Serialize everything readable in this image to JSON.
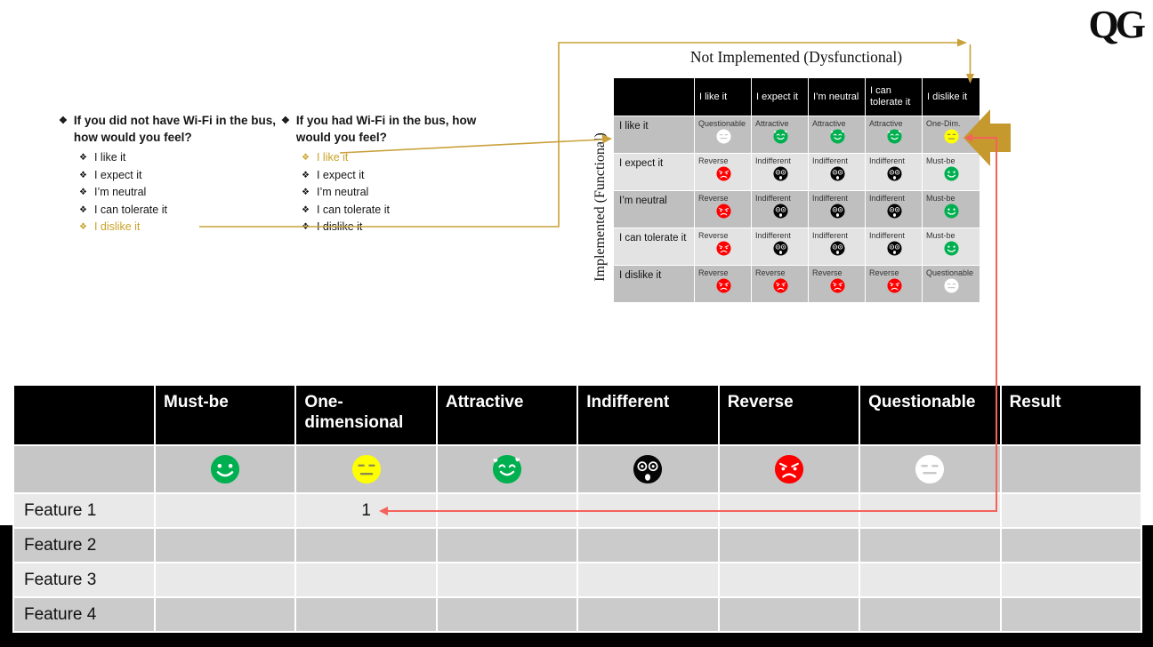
{
  "logo": "QG",
  "questions": [
    {
      "title": "If you did not have Wi-Fi in the bus, how would you feel?",
      "options": [
        {
          "label": "I like it",
          "highlight": false
        },
        {
          "label": "I expect it",
          "highlight": false
        },
        {
          "label": "I’m neutral",
          "highlight": false
        },
        {
          "label": "I can tolerate it",
          "highlight": false
        },
        {
          "label": "I dislike it",
          "highlight": true
        }
      ]
    },
    {
      "title": "If you had Wi-Fi in the bus, how would you feel?",
      "options": [
        {
          "label": "I like it",
          "highlight": true
        },
        {
          "label": "I expect it",
          "highlight": false
        },
        {
          "label": "I’m neutral",
          "highlight": false
        },
        {
          "label": "I can tolerate it",
          "highlight": false
        },
        {
          "label": "I dislike it",
          "highlight": false
        }
      ]
    }
  ],
  "kano_matrix": {
    "top_label": "Not Implemented (Dysfunctional)",
    "side_label": "Implemented (Functional)",
    "column_headers": [
      "I like it",
      "I expect it",
      "I’m neutral",
      "I can tolerate it",
      "I dislike it"
    ],
    "row_headers": [
      "I like it",
      "I expect it",
      "I’m neutral",
      "I can tolerate it",
      "I dislike it"
    ],
    "cells": [
      [
        {
          "label": "Questionable",
          "emoji": "questionable"
        },
        {
          "label": "Attractive",
          "emoji": "attractive"
        },
        {
          "label": "Attractive",
          "emoji": "attractive"
        },
        {
          "label": "Attractive",
          "emoji": "attractive"
        },
        {
          "label": "One-Dim.",
          "emoji": "one-dimensional"
        }
      ],
      [
        {
          "label": "Reverse",
          "emoji": "reverse"
        },
        {
          "label": "Indifferent",
          "emoji": "indifferent"
        },
        {
          "label": "Indifferent",
          "emoji": "indifferent"
        },
        {
          "label": "Indifferent",
          "emoji": "indifferent"
        },
        {
          "label": "Must-be",
          "emoji": "must-be"
        }
      ],
      [
        {
          "label": "Reverse",
          "emoji": "reverse"
        },
        {
          "label": "Indifferent",
          "emoji": "indifferent"
        },
        {
          "label": "Indifferent",
          "emoji": "indifferent"
        },
        {
          "label": "Indifferent",
          "emoji": "indifferent"
        },
        {
          "label": "Must-be",
          "emoji": "must-be"
        }
      ],
      [
        {
          "label": "Reverse",
          "emoji": "reverse"
        },
        {
          "label": "Indifferent",
          "emoji": "indifferent"
        },
        {
          "label": "Indifferent",
          "emoji": "indifferent"
        },
        {
          "label": "Indifferent",
          "emoji": "indifferent"
        },
        {
          "label": "Must-be",
          "emoji": "must-be"
        }
      ],
      [
        {
          "label": "Reverse",
          "emoji": "reverse"
        },
        {
          "label": "Reverse",
          "emoji": "reverse"
        },
        {
          "label": "Reverse",
          "emoji": "reverse"
        },
        {
          "label": "Reverse",
          "emoji": "reverse"
        },
        {
          "label": "Questionable",
          "emoji": "questionable"
        }
      ]
    ]
  },
  "result_table": {
    "columns": [
      "",
      "Must-be",
      "One-dimensional",
      "Attractive",
      "Indifferent",
      "Reverse",
      "Questionable",
      "Result"
    ],
    "emoji_row": [
      "",
      "must-be",
      "one-dimensional",
      "attractive",
      "indifferent",
      "reverse",
      "questionable",
      ""
    ],
    "rows": [
      {
        "feature": "Feature 1",
        "values": [
          "",
          "1",
          "",
          "",
          "",
          "",
          ""
        ]
      },
      {
        "feature": "Feature 2",
        "values": [
          "",
          "",
          "",
          "",
          "",
          "",
          ""
        ]
      },
      {
        "feature": "Feature 3",
        "values": [
          "",
          "",
          "",
          "",
          "",
          "",
          ""
        ]
      },
      {
        "feature": "Feature 4",
        "values": [
          "",
          "",
          "",
          "",
          "",
          "",
          ""
        ]
      }
    ]
  },
  "colors": {
    "gold": "#C9A13B",
    "gold_text": "#C9A227",
    "gold_arrow": "#C6992E",
    "red": "#F4625C",
    "emoji_green": "#00B050",
    "emoji_yellow": "#FFFF00",
    "emoji_red": "#FF0000",
    "emoji_black": "#050505",
    "emoji_white": "#FFFFFF"
  }
}
